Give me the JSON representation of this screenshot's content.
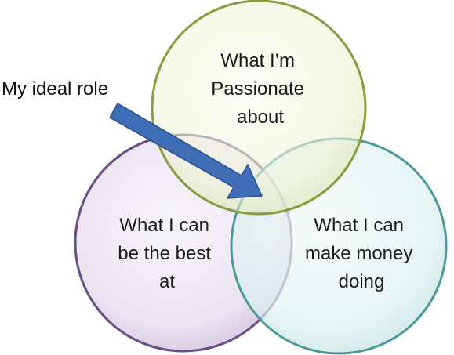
{
  "diagram": {
    "circles": [
      {
        "id": "passion",
        "lines": [
          "What I’m",
          "Passionate",
          "about"
        ],
        "fill": "#f3f6e1",
        "stroke": "#8a9a3e"
      },
      {
        "id": "best",
        "lines": [
          "What I can",
          "be the best",
          "at"
        ],
        "fill": "#ece6f1",
        "stroke": "#6a4c86"
      },
      {
        "id": "money",
        "lines": [
          "What I can",
          "make money",
          "doing"
        ],
        "fill": "#e4f2f2",
        "stroke": "#4a9a9a"
      }
    ],
    "pointer": {
      "label": "My ideal role",
      "color": "#3f6eb7",
      "stroke": "#2a4f8f"
    }
  }
}
